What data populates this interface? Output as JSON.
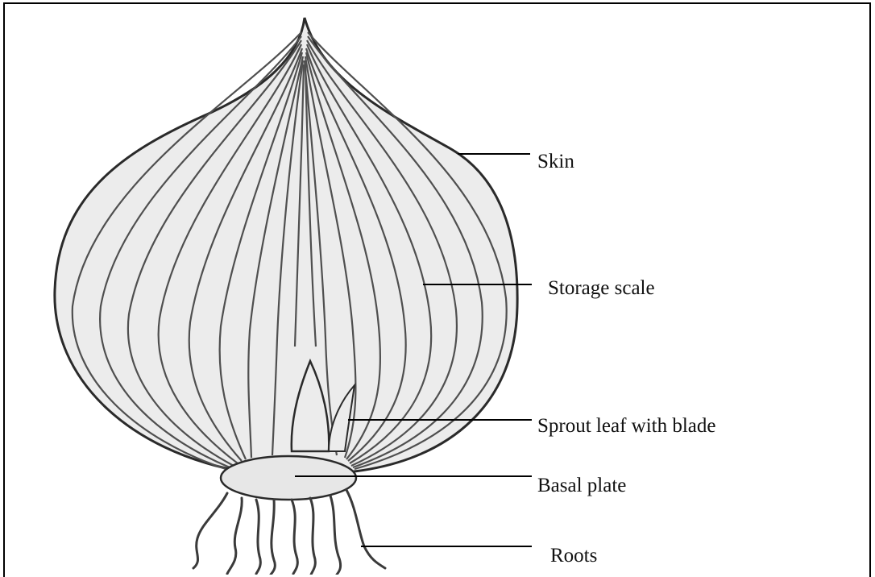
{
  "labels": {
    "skin": "Skin",
    "storage_scale": "Storage scale",
    "sprout_leaf": "Sprout leaf with blade",
    "basal_plate": "Basal plate",
    "roots": "Roots"
  },
  "colors": {
    "outline": "#2a2a2a",
    "fill": "#e9e9e9",
    "scale_lines": "#4a4a4a",
    "leader": "#000000"
  }
}
